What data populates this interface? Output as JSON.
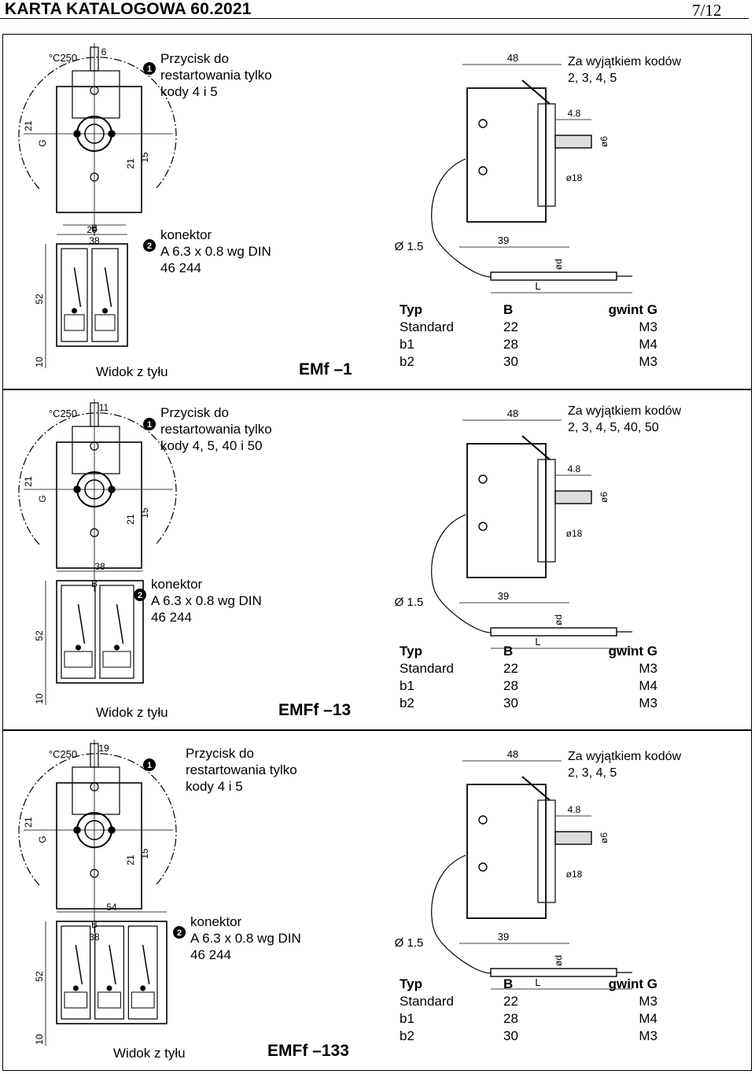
{
  "header": {
    "title": "KARTA KATALOGOWA 60.2021",
    "page": "7/12"
  },
  "panels": [
    {
      "model": "EMf –1",
      "button_note": [
        "Przycisk do",
        "restartowania tylko",
        "kody 4 i 5"
      ],
      "connector_note": [
        "konektor",
        "A 6.3 x 0.8 wg DIN",
        "46 244"
      ],
      "rear_view_label": "Widok z tyłu",
      "except_codes": [
        "Za wyjątkiem kodów",
        "2, 3, 4, 5"
      ],
      "front_dims": {
        "temp": "°C250",
        "width": "6",
        "h1": "21",
        "h2": "21",
        "h3": "15",
        "g": "G",
        "b": "B",
        "w": "38"
      },
      "rear_dims": {
        "width": "29",
        "height": "52",
        "base": "10"
      },
      "side_dims": {
        "w": "48",
        "t": "4.8",
        "d6": "ø6",
        "h": "ø18",
        "cap": "Ø 1.5",
        "len": "39",
        "d": "ød",
        "l": "L"
      },
      "table": {
        "headers": [
          "Typ",
          "B",
          "gwint G"
        ],
        "rows": [
          [
            "Standard",
            "22",
            "M3"
          ],
          [
            "b1",
            "28",
            "M4"
          ],
          [
            "b2",
            "30",
            "M3"
          ]
        ]
      }
    },
    {
      "model": "EMFf –13",
      "button_note": [
        "Przycisk do",
        "restartowania tylko",
        "kody 4, 5, 40 i 50"
      ],
      "connector_note": [
        "konektor",
        "A 6.3 x 0.8 wg DIN",
        "46 244"
      ],
      "rear_view_label": "Widok z tyłu",
      "except_codes": [
        "Za wyjątkiem kodów",
        "2, 3, 4, 5, 40, 50"
      ],
      "front_dims": {
        "temp": "°C250",
        "width": "11",
        "h1": "21",
        "h2": "21",
        "h3": "15",
        "g": "G",
        "b": "B",
        "w": ""
      },
      "rear_dims": {
        "width": "38",
        "height": "52",
        "base": "10"
      },
      "side_dims": {
        "w": "48",
        "t": "4.8",
        "d6": "ø6",
        "h": "ø18",
        "cap": "Ø 1.5",
        "len": "39",
        "d": "ød",
        "l": "L"
      },
      "table": {
        "headers": [
          "Typ",
          "B",
          "gwint G"
        ],
        "rows": [
          [
            "Standard",
            "22",
            "M3"
          ],
          [
            "b1",
            "28",
            "M4"
          ],
          [
            "b2",
            "30",
            "M3"
          ]
        ]
      }
    },
    {
      "model": "EMFf –133",
      "button_note": [
        "Przycisk do",
        "restartowania tylko",
        "kody 4 i 5"
      ],
      "connector_note": [
        "konektor",
        "A 6.3 x 0.8 wg DIN",
        "46 244"
      ],
      "rear_view_label": "Widok z tyłu",
      "except_codes": [
        "Za wyjątkiem kodów",
        "2, 3, 4, 5"
      ],
      "front_dims": {
        "temp": "°C250",
        "width": "19",
        "h1": "21",
        "h2": "21",
        "h3": "15",
        "g": "G",
        "b": "B",
        "w": "38"
      },
      "rear_dims": {
        "width": "54",
        "height": "52",
        "base": "10"
      },
      "side_dims": {
        "w": "48",
        "t": "4.8",
        "d6": "ø6",
        "h": "ø18",
        "cap": "Ø 1.5",
        "len": "39",
        "d": "ød",
        "l": "L"
      },
      "table": {
        "headers": [
          "Typ",
          "B",
          "gwint G"
        ],
        "rows": [
          [
            "Standard",
            "22",
            "M3"
          ],
          [
            "b1",
            "28",
            "M4"
          ],
          [
            "b2",
            "30",
            "M3"
          ]
        ]
      }
    }
  ]
}
